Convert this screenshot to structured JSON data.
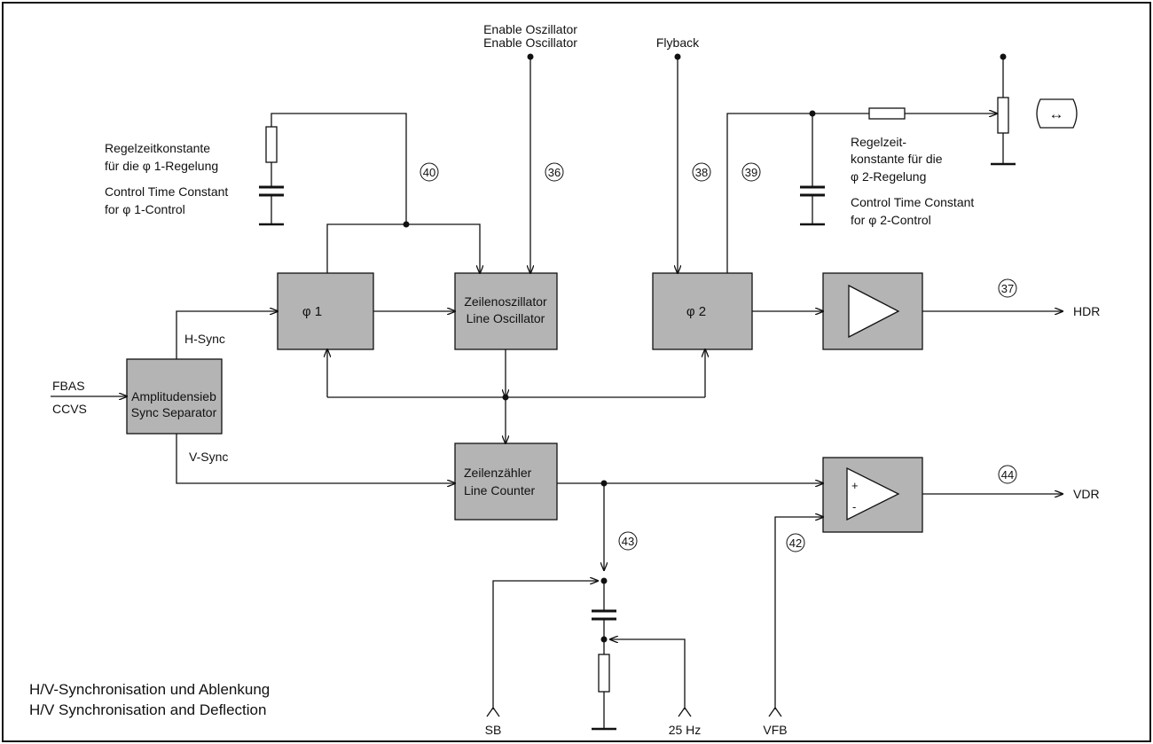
{
  "caption": {
    "line1": "H/V-Synchronisation und Ablenkung",
    "line2": "H/V Synchronisation and Deflection"
  },
  "blocks": {
    "sync_sep": [
      "Amplitudensieb",
      "Sync Separator"
    ],
    "phi1": "φ 1",
    "osc": [
      "Zeilenoszillator",
      "Line Oscillator"
    ],
    "phi2": "φ 2",
    "counter": [
      "Zeilenzähler",
      "Line Counter"
    ],
    "comp_plus": "+",
    "comp_minus": "-"
  },
  "inputs": {
    "fbas": "FBAS",
    "ccvs": "CCVS",
    "enable_de": "Enable Oszillator",
    "enable_en": "Enable Oscillator",
    "flyback": "Flyback",
    "sb": "SB",
    "hz25": "25 Hz",
    "vfb": "VFB"
  },
  "outputs": {
    "hdr": "HDR",
    "vdr": "VDR"
  },
  "signals": {
    "hsync": "H-Sync",
    "vsync": "V-Sync"
  },
  "notes": {
    "phi1_de_1": "Regelzeitkonstante",
    "phi1_de_2": "für die φ 1-Regelung",
    "phi1_en_1": "Control Time Constant",
    "phi1_en_2": "for φ 1-Control",
    "phi2_de_1": "Regelzeit-",
    "phi2_de_2": "konstante für die",
    "phi2_de_3": "φ 2-Regelung",
    "phi2_en_1": "Control Time Constant",
    "phi2_en_2": "for φ 2-Control"
  },
  "pins": {
    "p36": "36",
    "p37": "37",
    "p38": "38",
    "p39": "39",
    "p40": "40",
    "p42": "42",
    "p43": "43",
    "p44": "44"
  },
  "adjust_symbol": "↔"
}
